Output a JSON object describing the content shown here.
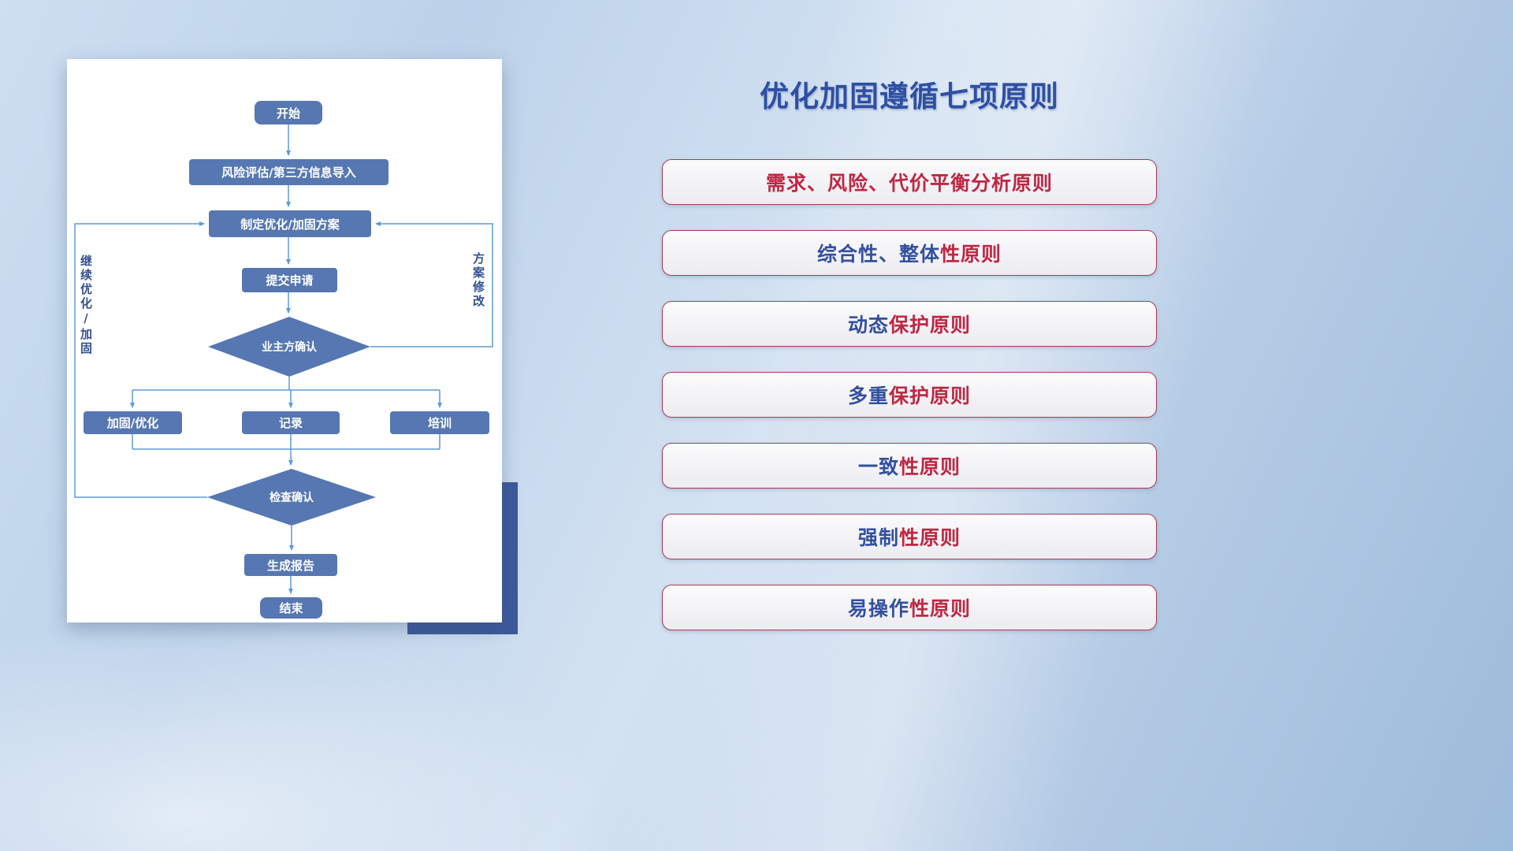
{
  "title": "优化加固遵循七项原则",
  "principles": [
    {
      "blue": "",
      "red": "需求、风险、代价平衡分析原则"
    },
    {
      "blue": "综合性、整体",
      "red": "性原则"
    },
    {
      "blue": "动态",
      "red": "保护原则"
    },
    {
      "blue": "多重",
      "red": "保护原则"
    },
    {
      "blue": "一致",
      "red": "性原则"
    },
    {
      "blue": "强制",
      "red": "性原则"
    },
    {
      "blue": "易操作",
      "red": "性原则"
    }
  ],
  "flowchart": {
    "nodes": {
      "start": "开始",
      "risk": "风险评估/第三方信息导入",
      "plan": "制定优化/加固方案",
      "submit": "提交申请",
      "owner_confirm": "业主方确认",
      "harden": "加固/优化",
      "record": "记录",
      "training": "培训",
      "check_confirm": "检查确认",
      "report": "生成报告",
      "end": "结束"
    },
    "labels": {
      "left_loop": "继续优化/加固",
      "right_loop": "方案修改"
    }
  },
  "colors": {
    "node_fill": "#5677B1",
    "connector": "#5B9BD5",
    "title": "#2E4FA3",
    "principle_blue": "#33509E",
    "principle_red": "#BE2743",
    "principle_border": "#A93A55",
    "accent_block": "#3C5A9A",
    "flow_label": "#33508F"
  }
}
